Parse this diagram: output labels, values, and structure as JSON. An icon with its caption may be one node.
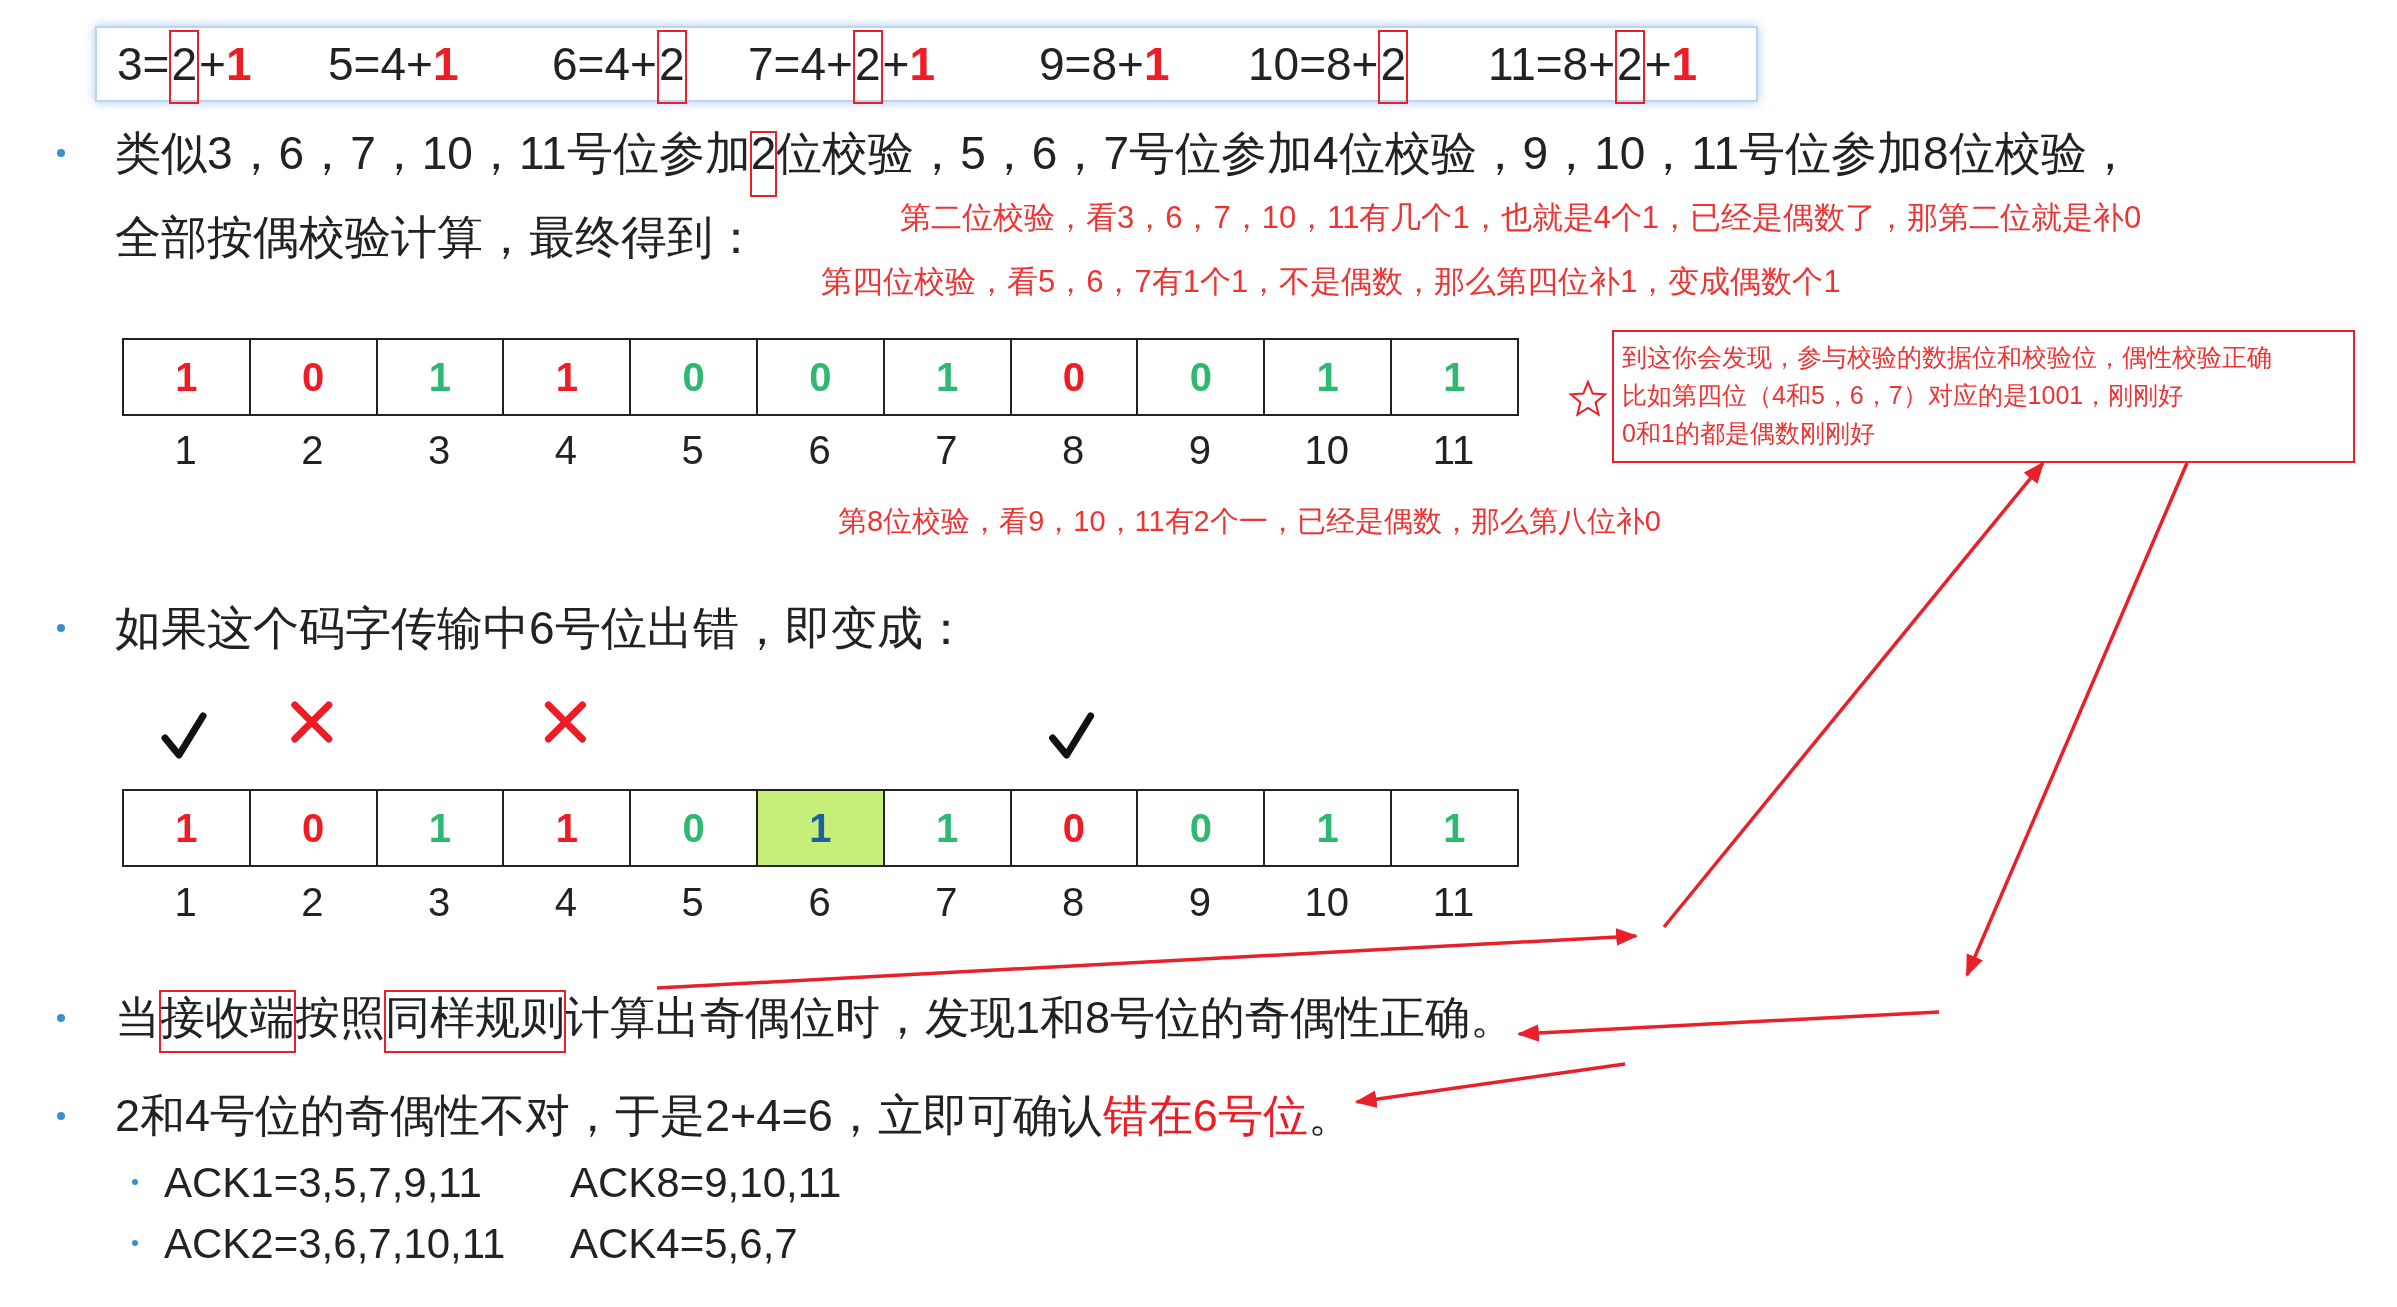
{
  "diagram": {
    "nodes": [
      {
        "text": [
          "3=*2*+**1**",
          "5=4+**1**",
          "6=4+*2*",
          "7=4+*2*+**1**",
          "9=8+**1**",
          "10=8+*2*",
          "11=8+*2*+**1**"
        ]
      },
      {
        "text": [
          "1"
        ],
        "beside": [
          "1"
        ]
      },
      {
        "text": [
          "0"
        ],
        "beside": [
          "2"
        ]
      },
      {
        "text": [
          "1"
        ],
        "beside": [
          "3"
        ]
      },
      {
        "text": [
          "1"
        ],
        "beside": [
          "4"
        ]
      },
      {
        "text": [
          "0"
        ],
        "beside": [
          "5"
        ]
      },
      {
        "text": [
          "0"
        ],
        "beside": [
          "6"
        ]
      },
      {
        "text": [
          "1"
        ],
        "beside": [
          "7"
        ]
      },
      {
        "text": [
          "0"
        ],
        "beside": [
          "8"
        ]
      },
      {
        "text": [
          "0"
        ],
        "beside": [
          "9"
        ]
      },
      {
        "text": [
          "1"
        ],
        "beside": [
          "10"
        ]
      },
      {
        "text": [
          "1"
        ],
        "beside": [
          "11"
        ]
      },
      {
        "text": [
          "到这你会发现，参与校验的数据位和校验位，偶性校验正确",
          "比如第四位（4和5，6，7）对应的是1001，刚刚好",
          "0和1的都是偶数刚刚好"
        ]
      },
      {
        "text": [
          "1"
        ],
        "beside": [
          "1"
        ]
      },
      {
        "text": [
          "0"
        ],
        "beside": [
          "2"
        ]
      },
      {
        "text": [
          "1"
        ],
        "beside": [
          "3"
        ]
      },
      {
        "text": [
          "1"
        ],
        "beside": [
          "4"
        ]
      },
      {
        "text": [
          "0"
        ],
        "beside": [
          "5"
        ]
      },
      {
        "text": [
          "1"
        ],
        "beside": [
          "6"
        ]
      },
      {
        "text": [
          "1"
        ],
        "beside": [
          "7"
        ]
      },
      {
        "text": [
          "0"
        ],
        "beside": [
          "8"
        ]
      },
      {
        "text": [
          "0"
        ],
        "beside": [
          "9"
        ]
      },
      {
        "text": [
          "1"
        ],
        "beside": [
          "10"
        ]
      },
      {
        "text": [
          "1"
        ],
        "beside": [
          "11"
        ]
      },
      {
        "text": [
          "当接收端按照同样规则计算出奇偶位时，发现1和8号位的奇偶性正确。"
        ]
      },
      {
        "text": [
          "2和4号位的奇偶性不对，于是2+4=6，立即可确认**错在6号位**。"
        ]
      }
    ],
    "edges": [
      {
        "from": 24,
        "to": null,
        "arrow": "to"
      },
      {
        "from": null,
        "to": 12,
        "arrow": "to"
      },
      {
        "from": 12,
        "to": null,
        "arrow": "to"
      },
      {
        "from": null,
        "to": 24,
        "arrow": "to"
      },
      {
        "from": null,
        "to": 25,
        "arrow": "to"
      }
    ],
    "labels": [
      "类似3，6，7，10，11号位参加2位校验，5，6，7号位参加4位校验，9，10，11号位参加8位校验，全部按偶校验计算，最终得到：",
      "第二位校验，看3，6，7，10，11有几个1，也就是4个1，已经是偶数了，那第二位就是补0",
      "第四位校验，看5，6，7有1个1，不是偶数，那么第四位补1，变成偶数个1",
      "第8位校验，看9，10，11有2个一，已经是偶数，那么第八位补0",
      "如果这个码字传输中6号位出错，即变成：",
      "ACK1=3,5,7,9,11",
      "ACK8=9,10,11",
      "ACK2=3,6,7,10,11",
      "ACK4=5,6,7"
    ]
  }
}
